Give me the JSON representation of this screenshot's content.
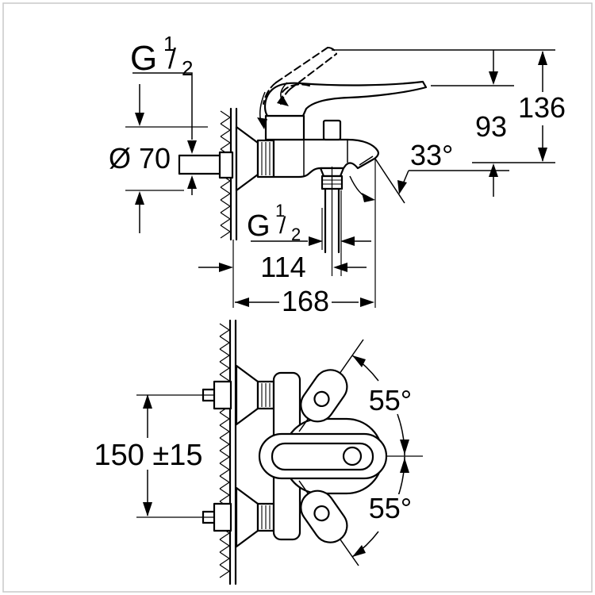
{
  "drawing_type": "bath-shower-mixer-installation-dimensions",
  "side_view": {
    "wall_thread": {
      "letter": "G",
      "numerator": "1",
      "slash": "/",
      "denominator": "2"
    },
    "escutcheon_diameter": "Ø 70",
    "lever_height": "93",
    "overall_height": "136",
    "spout_angle": "33°",
    "shower_thread": {
      "letter": "G",
      "numerator": "1",
      "slash": "/",
      "denominator": "2"
    },
    "shower_axis_offset": "114",
    "overall_projection": "168"
  },
  "plan_view": {
    "supply_spacing": "150 ±15",
    "lever_swing_upper": "55°",
    "lever_swing_lower": "55°"
  },
  "colors": {
    "ink": "#000000",
    "paper": "#ffffff",
    "frame": "#c9c9c9"
  }
}
